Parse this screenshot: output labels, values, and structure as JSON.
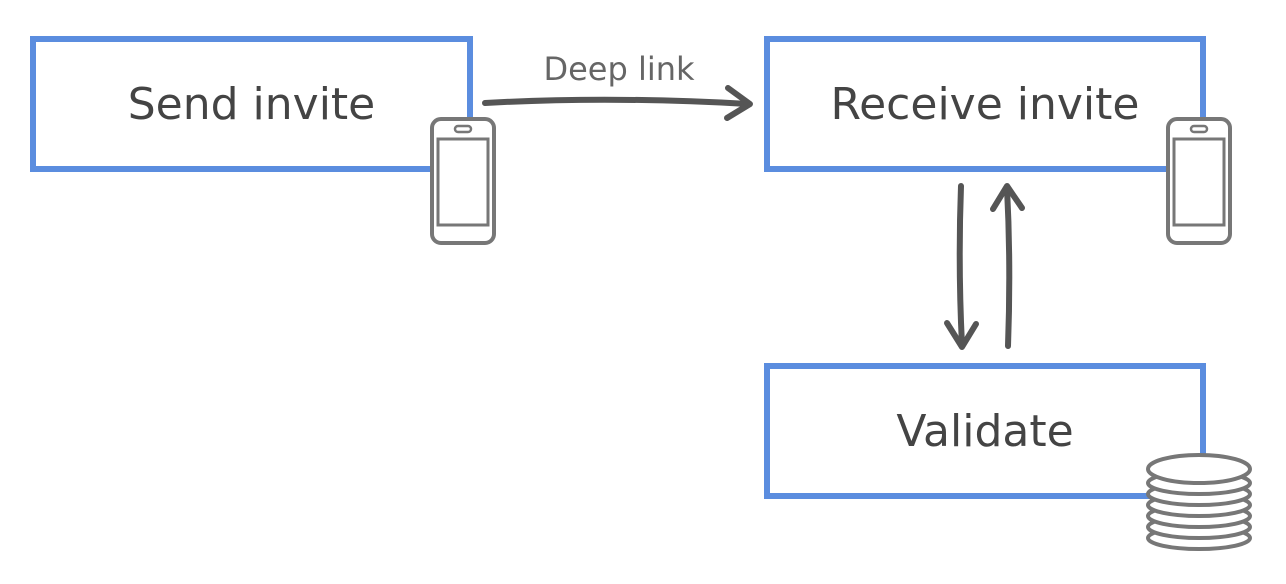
{
  "nodes": {
    "send": {
      "label": "Send invite",
      "icon": "phone-icon"
    },
    "receive": {
      "label": "Receive invite",
      "icon": "phone-icon"
    },
    "validate": {
      "label": "Validate",
      "icon": "database-icon"
    }
  },
  "edges": {
    "send_to_receive": {
      "label": "Deep link"
    }
  },
  "colors": {
    "box_border": "#5b8ddf",
    "text": "#444444",
    "arrow": "#555555",
    "icon": "#777777"
  }
}
